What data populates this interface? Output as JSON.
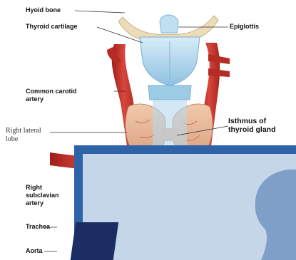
{
  "labels": {
    "hyoid_bone": "Hyoid bone",
    "thyroid_cartilage": "Thyroid cartilage",
    "epiglottis": "Epiglottis",
    "common_carotid_line1": "Common carotid",
    "common_carotid_line2": "artery",
    "right_lateral_lobe_line1": "Right lateral",
    "right_lateral_lobe_line2": "lobe",
    "isthmus_line1": "Isthmus of",
    "isthmus_line2": "thyroid gland",
    "right_subclavian_line1": "Right",
    "right_subclavian_line2": "subclavian",
    "right_subclavian_line3": "artery",
    "trachea": "Trachea",
    "aorta": "Aorta"
  },
  "overlay_icon": "person-silhouette-icon",
  "colors": {
    "artery_red": "#c8322a",
    "cartilage_blue": "#a9d3ec",
    "thyroid_tan": "#e8b89a",
    "hyoid_beige": "#ecdcb8",
    "overlay_border": "#2f63a8",
    "overlay_fill": "#c6d6e9",
    "silhouette": "#7f9fc8",
    "dark_panel": "#1c2d63"
  }
}
